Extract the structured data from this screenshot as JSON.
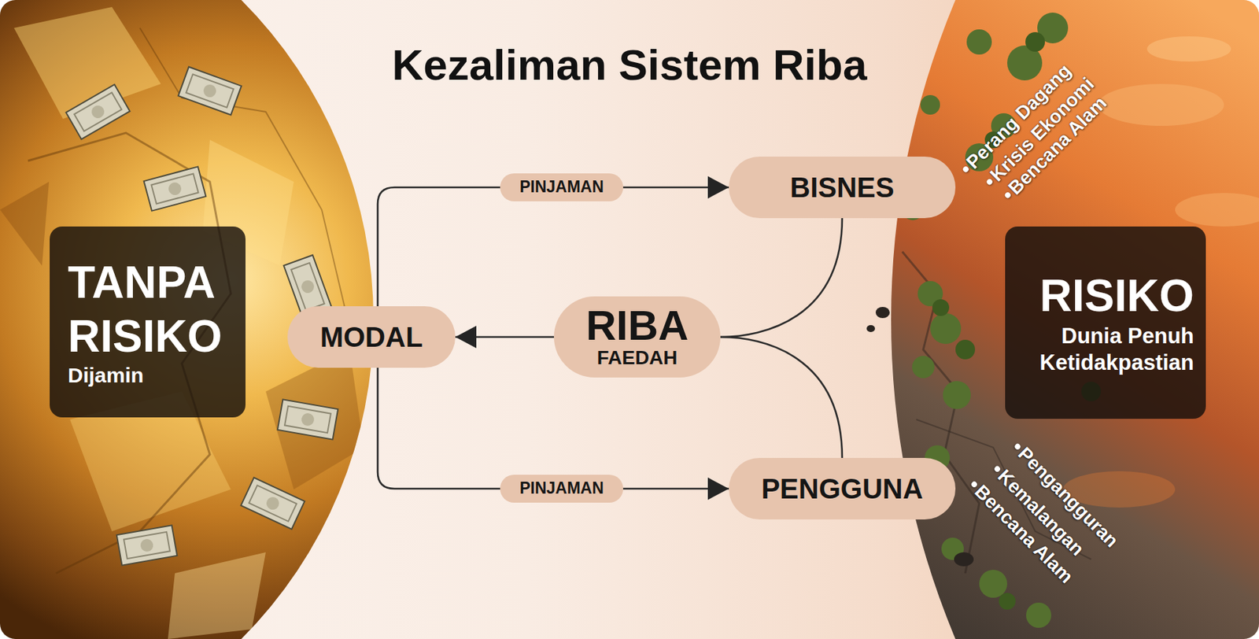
{
  "diagram": {
    "title": "Kezaliman Sistem Riba",
    "nodes": [
      {
        "text": [
          "TANPA RISIKO",
          "Dijamin"
        ]
      },
      {
        "text": [
          "MODAL"
        ]
      },
      {
        "text": [
          "RIBA",
          "FAEDAH"
        ]
      },
      {
        "text": [
          "BISNES"
        ]
      },
      {
        "text": [
          "PENGGUNA"
        ]
      },
      {
        "text": [
          "RISIKO",
          "Dunia Penuh Ketidakpastian"
        ]
      }
    ],
    "edges": [
      {
        "from": 1,
        "to": 3,
        "label": "PINJAMAN",
        "arrow": "to"
      },
      {
        "from": 1,
        "to": 4,
        "label": "PINJAMAN",
        "arrow": "to"
      },
      {
        "from": 3,
        "to": 2,
        "arrow": "none"
      },
      {
        "from": 4,
        "to": 2,
        "arrow": "none"
      },
      {
        "from": 2,
        "to": 1,
        "arrow": "to"
      }
    ],
    "labels": [
      "Perang Dagang",
      "Krisis Ekonomi",
      "Bencana Alam",
      "Pengangguran",
      "Kemalangan",
      "Bencana Alam"
    ]
  }
}
